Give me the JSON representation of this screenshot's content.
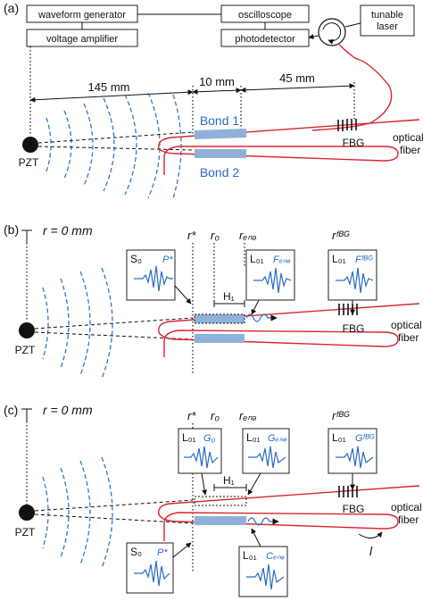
{
  "panel_a": {
    "label": "(a)",
    "waveform_generator": "waveform generator",
    "voltage_amplifier": "voltage amplifier",
    "oscilloscope": "oscilloscope",
    "photodetector": "photodetector",
    "tunable_laser_1": "tunable",
    "tunable_laser_2": "laser",
    "dist_145": "145 mm",
    "dist_10": "10 mm",
    "dist_45": "45 mm",
    "bond1": "Bond 1",
    "bond2": "Bond 2",
    "pzt": "PZT",
    "fbg": "FBG",
    "optical_1": "optical",
    "optical_2": "fiber"
  },
  "panel_b": {
    "label": "(b)",
    "r0mm": "r = 0 mm",
    "rstar": "r*",
    "r0": "r₀",
    "rend": "rₑₙₔ",
    "rfbg": "rᶠᴮᴳ",
    "s0_box": "S₀",
    "s0_sub": "P*",
    "l01_box1": "L₀₁",
    "l01_sub1": "Fₑₙₔ",
    "l01_box2": "L₀₁",
    "l01_sub2": "Fᶠᴮᴳ",
    "h1": "H₁",
    "pzt": "PZT",
    "fbg": "FBG",
    "optical_1": "optical",
    "optical_2": "fiber"
  },
  "panel_c": {
    "label": "(c)",
    "r0mm": "r = 0 mm",
    "rstar": "r*",
    "r0": "r₀",
    "rend": "rₑₙₔ",
    "rfbg": "rᶠᴮᴳ",
    "box1_l": "L₀₁",
    "box1_sub": "G₀",
    "box2_l": "L₀₁",
    "box2_sub": "Gₑₙₔ",
    "box3_l": "L₀₁",
    "box3_sub": "Gᶠᴮᴳ",
    "box4_s": "S₀",
    "box4_sub": "P*",
    "box5_l": "L₀₁",
    "box5_sub": "Cₑₙₔ",
    "h1": "H₁",
    "l": "l",
    "pzt": "PZT",
    "fbg": "FBG",
    "optical_1": "optical",
    "optical_2": "fiber"
  }
}
